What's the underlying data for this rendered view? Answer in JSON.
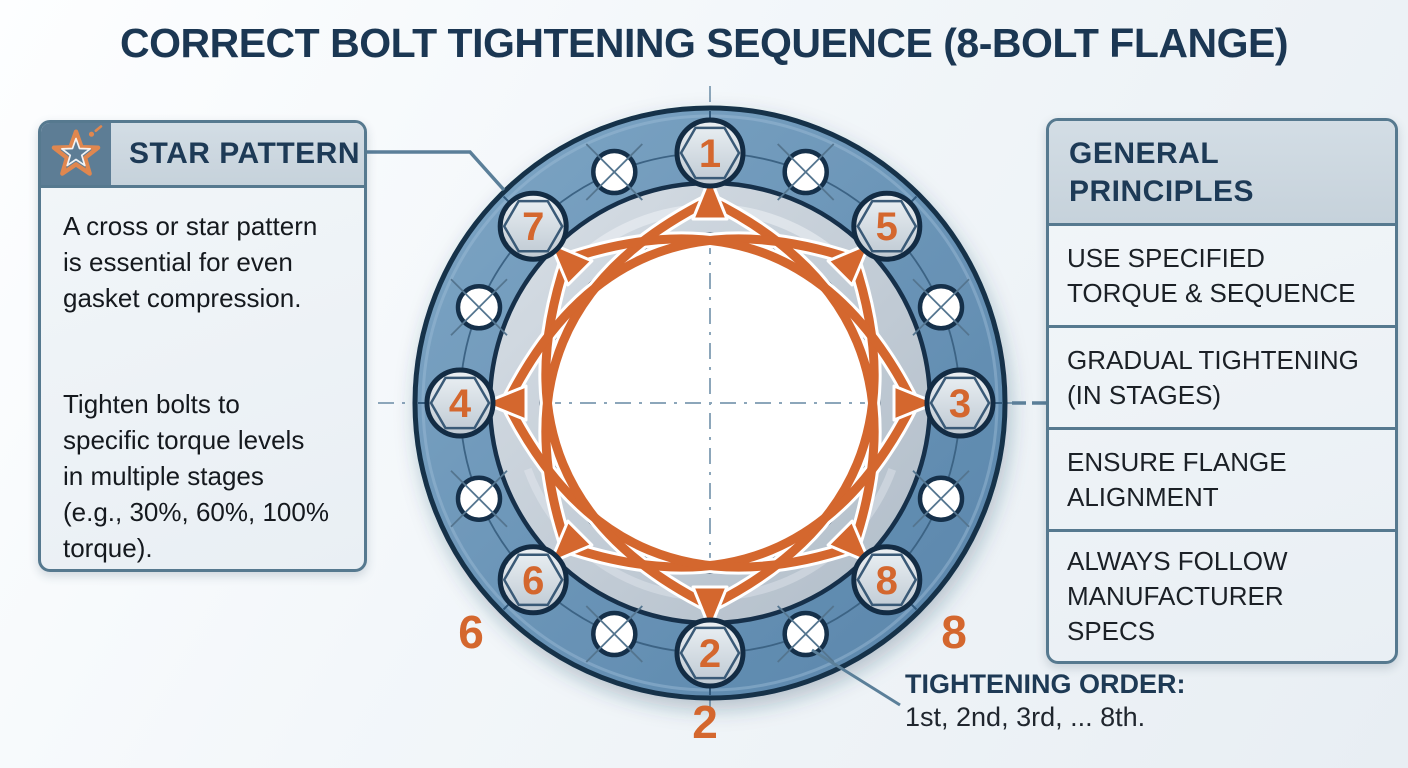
{
  "title": "CORRECT BOLT TIGHTENING SEQUENCE (8-BOLT FLANGE)",
  "star_pattern_panel": {
    "header": "STAR PATTERN",
    "icon": "star-icon",
    "paragraph1_lines": [
      "A cross or star pattern",
      "is essential for even",
      "gasket compression."
    ],
    "paragraph2_lines": [
      "Tighten bolts to",
      "specific torque levels",
      "in multiple stages",
      "(e.g., 30%, 60%, 100%",
      "torque)."
    ]
  },
  "general_principles_panel": {
    "header_lines": [
      "GENERAL",
      "PRINCIPLES"
    ],
    "items": [
      [
        "USE SPECIFIED",
        "TORQUE & SEQUENCE"
      ],
      [
        "GRADUAL TIGHTENING",
        "(IN STAGES)"
      ],
      [
        "ENSURE FLANGE",
        "ALIGNMENT"
      ],
      [
        "ALWAYS FOLLOW",
        "MANUFACTURER SPECS"
      ]
    ]
  },
  "flange": {
    "type": "8-bolt flange",
    "pattern": "star (cross) tightening pattern",
    "bolts": [
      {
        "number": "1",
        "position": "top"
      },
      {
        "number": "2",
        "position": "bottom"
      },
      {
        "number": "3",
        "position": "right"
      },
      {
        "number": "4",
        "position": "left"
      },
      {
        "number": "5",
        "position": "upper-right"
      },
      {
        "number": "6",
        "position": "lower-left"
      },
      {
        "number": "7",
        "position": "upper-left"
      },
      {
        "number": "8",
        "position": "lower-right"
      }
    ],
    "outer_labels": [
      {
        "text": "6",
        "position": "outside-lower-left"
      },
      {
        "text": "2",
        "position": "outside-bottom"
      },
      {
        "text": "8",
        "position": "outside-lower-right"
      }
    ]
  },
  "tightening_order": {
    "label": "TIGHTENING ORDER:",
    "value": "1st, 2nd, 3rd, ... 8th."
  },
  "colors": {
    "accent_orange": "#d4672e",
    "flange_blue": "#6792b5",
    "navy": "#1d3a56",
    "panel_border": "#56798f",
    "silver_ring": "#c3ccd5"
  }
}
